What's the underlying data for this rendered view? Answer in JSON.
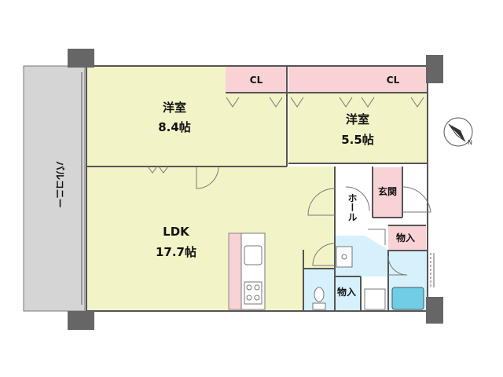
{
  "rooms": {
    "balcony": "バルコニー",
    "western_room_1": {
      "name": "洋室",
      "size": "8.4帖"
    },
    "western_room_2": {
      "name": "洋室",
      "size": "5.5帖"
    },
    "ldk": {
      "name": "LDK",
      "size": "17.7帖"
    },
    "closet_1": "CL",
    "closet_2": "CL",
    "hall": "ホール",
    "entrance": "玄関",
    "storage_1": "物入",
    "storage_2": "物入"
  },
  "colors": {
    "living_fill": "#f3f3c8",
    "closet_fill": "#f9d2d6",
    "wet_fill": "#d6f1fb",
    "balcony_fill": "#d5d5d5",
    "wall": "#555555",
    "pillar": "#666666"
  },
  "icons": {
    "north": "compass-north-icon"
  }
}
